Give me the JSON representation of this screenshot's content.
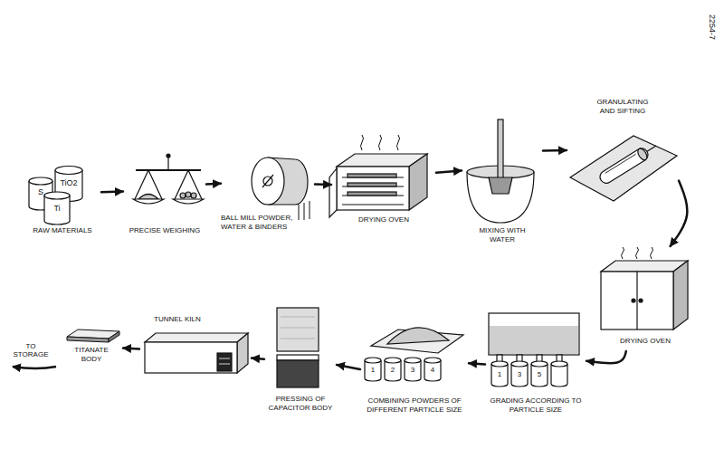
{
  "diagram": {
    "nodes": [
      {
        "text": [
          "RAW MATERIALS"
        ]
      },
      {
        "text": [
          "PRECISE WEIGHING"
        ]
      },
      {
        "text": [
          "BALL MILL POWDER, WATER & BINDERS"
        ]
      },
      {
        "text": [
          "DRYING OVEN"
        ]
      },
      {
        "text": [
          "MIXING WITH WATER"
        ]
      },
      {
        "text": [
          "GRANULATING AND SIFTING"
        ]
      },
      {
        "text": [
          "DRYING OVEN"
        ]
      },
      {
        "text": [
          "GRADING ACCORDING TO PARTICLE SIZE"
        ]
      },
      {
        "text": [
          "COMBINING POWDERS OF DIFFERENT PARTICLE SIZE"
        ]
      },
      {
        "text": [
          "PRESSING OF CAPACITOR BODY"
        ]
      },
      {
        "text": [
          "TUNNEL KILN"
        ]
      },
      {
        "text": [
          "TITANATE BODY"
        ]
      }
    ],
    "edges": [
      {
        "from": 0,
        "to": 1,
        "arrow": "to"
      },
      {
        "from": 1,
        "to": 2,
        "arrow": "to"
      },
      {
        "from": 2,
        "to": 3,
        "arrow": "to"
      },
      {
        "from": 3,
        "to": 4,
        "arrow": "to"
      },
      {
        "from": 4,
        "to": 5,
        "arrow": "to"
      },
      {
        "from": 5,
        "to": 6,
        "arrow": "to"
      },
      {
        "from": 6,
        "to": 7,
        "arrow": "to"
      },
      {
        "from": 7,
        "to": 8,
        "arrow": "to"
      },
      {
        "from": 8,
        "to": 9,
        "arrow": "to"
      },
      {
        "from": 9,
        "to": 10,
        "arrow": "to"
      },
      {
        "from": 10,
        "to": 11,
        "arrow": "to"
      }
    ],
    "labels": [
      "S",
      "TiO2",
      "Ti",
      "1",
      "3",
      "5",
      "1",
      "2",
      "3",
      "4",
      "TO STORAGE",
      "2254-7"
    ]
  }
}
